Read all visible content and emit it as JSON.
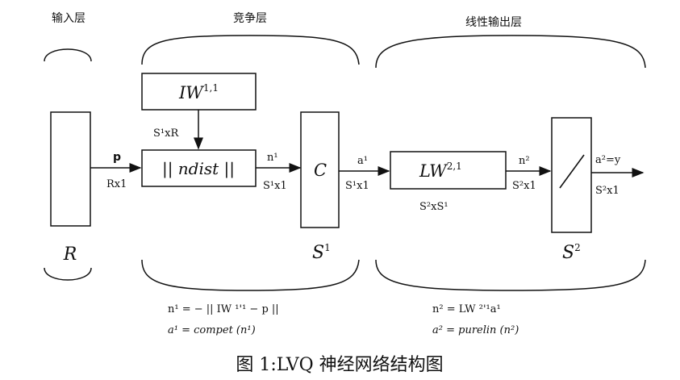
{
  "layers": {
    "input": "输入层",
    "competitive": "竞争层",
    "linear_output": "线性输出层"
  },
  "blocks": {
    "iw_base": "IW",
    "iw_sup": "1,1",
    "ndist": "|| ndist ||",
    "c": "C",
    "lw_base": "LW",
    "lw_sup": "2,1",
    "r_bottom": "R",
    "s1_base": "S",
    "s1_sup": "1",
    "s2_base": "S",
    "s2_sup": "2"
  },
  "signals": {
    "p": "p",
    "rx1": "Rx1",
    "s1xr": "S¹xR",
    "n1": "n¹",
    "n1_dim": "S¹x1",
    "a1": "a¹",
    "a1_dim": "S¹x1",
    "s2xs1": "S²xS¹",
    "n2": "n²",
    "n2_dim": "S²x1",
    "a2": "a²=y",
    "a2_dim": "S²x1"
  },
  "equations": {
    "left_1": "n¹ = − || IW ¹'¹ − p ||",
    "left_2": "a¹ = compet  (n¹)",
    "right_1": "n² = LW ²'¹a¹",
    "right_2": "a² = purelin (n²)"
  },
  "caption": "图 1:LVQ 神经网络结构图"
}
